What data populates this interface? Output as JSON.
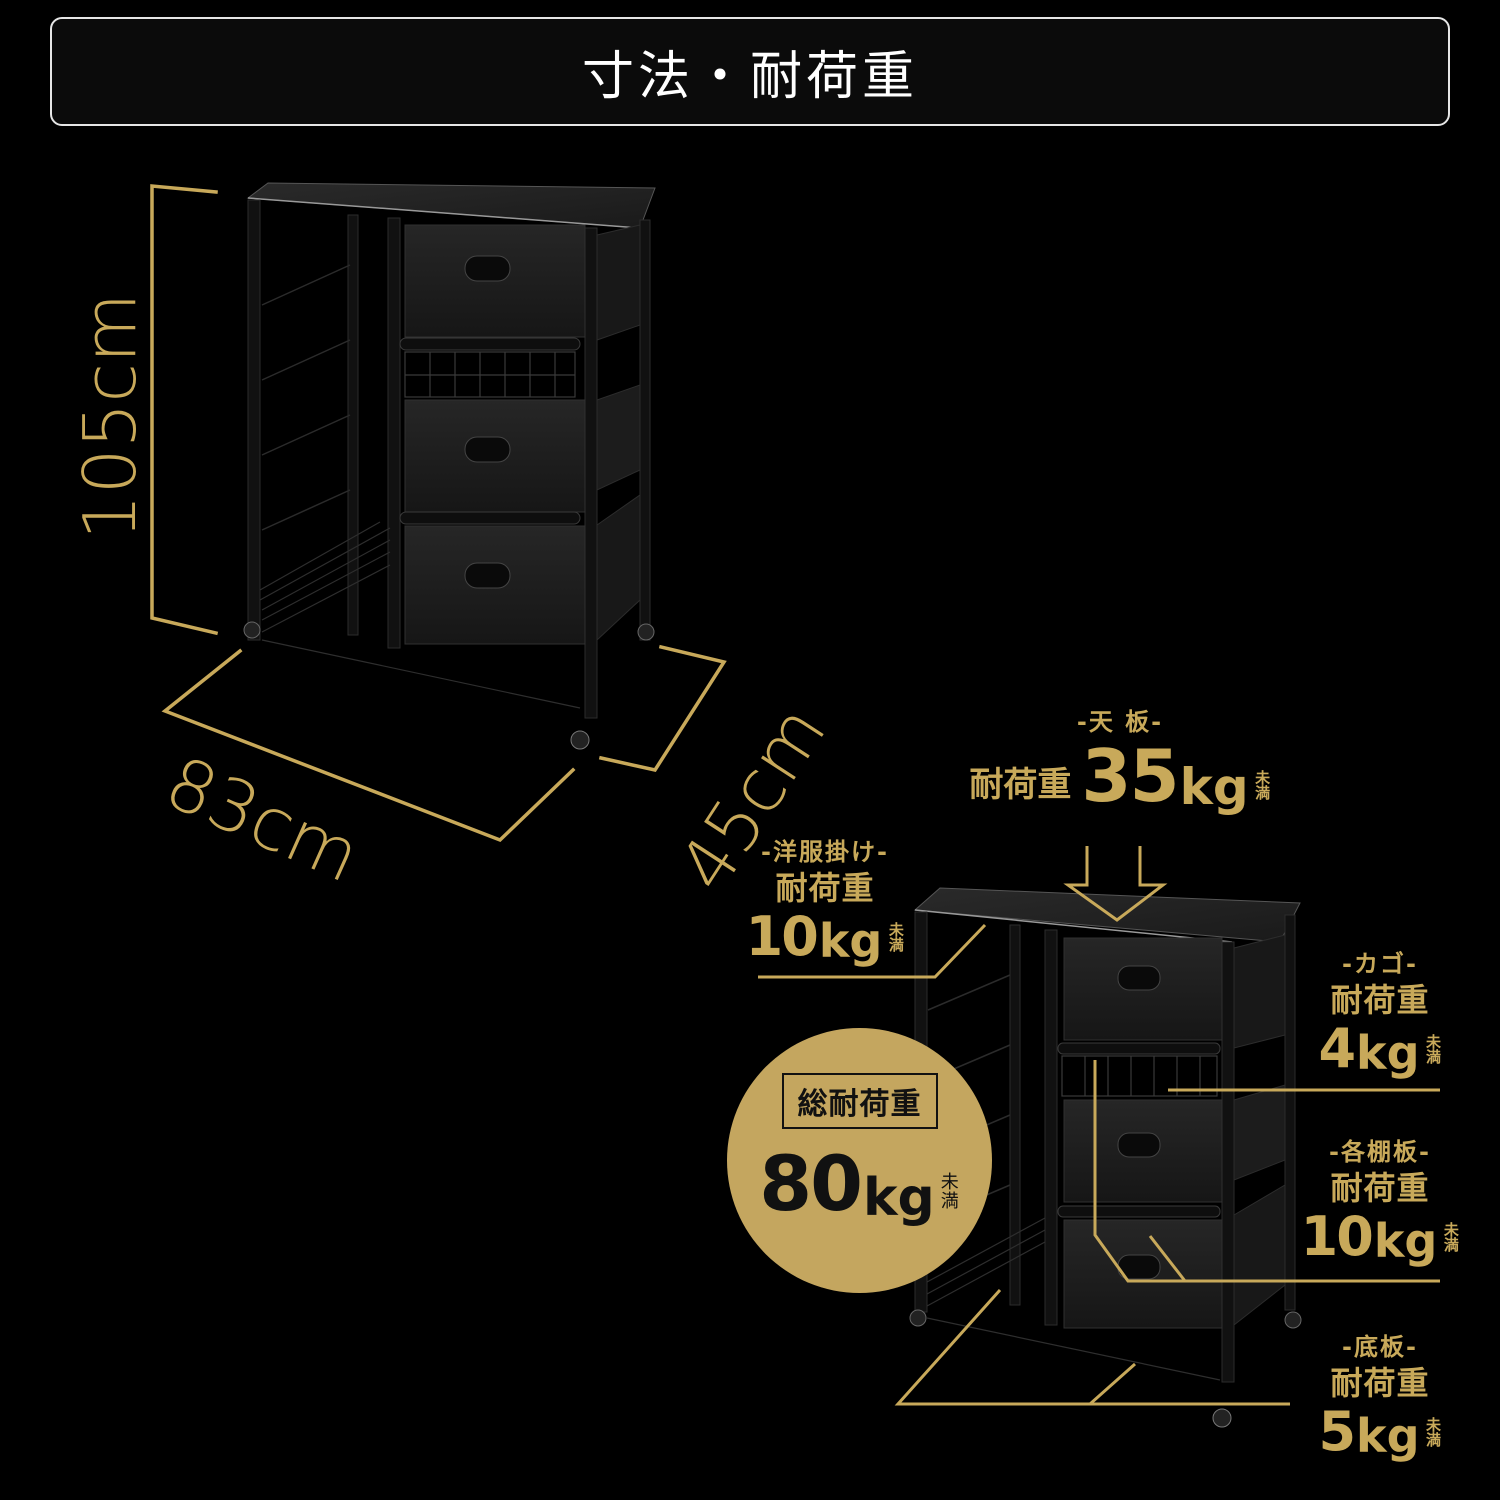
{
  "title": "寸法・耐荷重",
  "dimensions": {
    "height": "105cm",
    "width": "83cm",
    "depth": "45cm"
  },
  "load_ratings": {
    "top_board": {
      "category": "-天 板-",
      "label": "耐荷重",
      "value": "35",
      "unit": "kg",
      "suffix": "未満"
    },
    "clothes_hanging": {
      "category": "-洋服掛け-",
      "label": "耐荷重",
      "value": "10",
      "unit": "kg",
      "suffix": "未満"
    },
    "basket": {
      "category": "-カゴ-",
      "label": "耐荷重",
      "value": "4",
      "unit": "kg",
      "suffix": "未満"
    },
    "each_shelf": {
      "category": "-各棚板-",
      "label": "耐荷重",
      "value": "10",
      "unit": "kg",
      "suffix": "未満"
    },
    "bottom_board": {
      "category": "-底板-",
      "label": "耐荷重",
      "value": "5",
      "unit": "kg",
      "suffix": "未満"
    },
    "total": {
      "label": "総耐荷重",
      "value": "80",
      "unit": "kg",
      "suffix": "未満"
    }
  },
  "colors": {
    "background": "#000000",
    "accent_gold": "#c8a95a",
    "title_text": "#ffffff",
    "title_border": "#e6e6e6"
  }
}
